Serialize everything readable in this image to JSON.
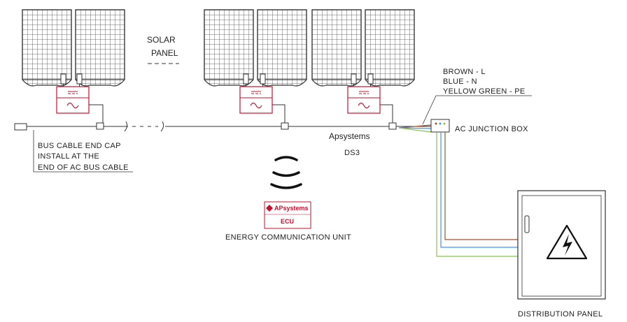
{
  "labels": {
    "solar_panel_line1": "SOLAR",
    "solar_panel_line2": "PANEL",
    "brown": "BROWN - L",
    "blue": "BLUE - N",
    "yellow_green": "YELLOW GREEN - PE",
    "ac_junction_box": "AC JUNCTION BOX",
    "apsystems": "Apsystems",
    "ds3": "DS3",
    "end_cap_line1": "BUS CABLE END CAP",
    "end_cap_line2": "INSTALL AT THE",
    "end_cap_line3": "END OF AC BUS CABLE",
    "ecu_brand": "APsystems",
    "ecu_model": "ECU",
    "ecu_caption": "ENERGY COMMUNICATION UNIT",
    "distribution_panel": "DISTRIBUTION PANEL"
  },
  "colors": {
    "line": "#333333",
    "inverter_red": "#c8102e",
    "wire_brown": "#a0522d",
    "wire_blue": "#3399ff",
    "wire_yellow_green": "#8bc34a"
  },
  "icons": {
    "solar_panel": "solar-panel-icon",
    "inverter": "microinverter-icon",
    "wireless": "wireless-signal-icon",
    "ecu": "ecu-device-icon",
    "distribution_panel": "distribution-panel-icon",
    "high_voltage": "high-voltage-warning-icon"
  }
}
